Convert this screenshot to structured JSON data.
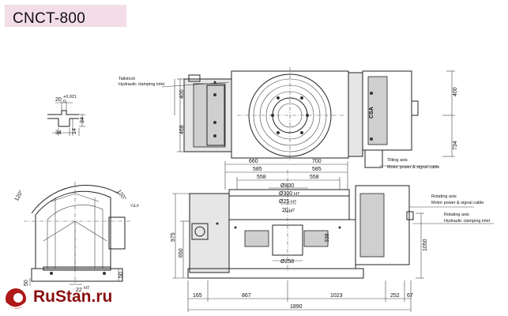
{
  "title": "CNCT-800",
  "brand": {
    "text": "RuStan.ru",
    "color": "#b01818"
  },
  "labels": {
    "tailstock_1": "Tailstock",
    "tailstock_2": "Hydraulic clamping inlet",
    "tilting_1": "Tilting axis",
    "tilting_2": "Motor power & signal cable",
    "rot_power_1": "Rotating axis",
    "rot_power_2": "Motor power & signal cable",
    "rot_clamp_1": "Rotating axis",
    "rot_clamp_2": "Hydraulic clamping inlet",
    "csa": "CSA"
  },
  "dims": {
    "d20": "20",
    "d0021": "+0.021",
    "d0": "0",
    "d34a": "34",
    "d34b": "34",
    "d14": "14",
    "d400a": "400",
    "d468": "468",
    "d400b": "400",
    "d734": "734",
    "d660": "660",
    "d700": "700",
    "d585a": "585",
    "d585b": "585",
    "d558a": "558",
    "d558b": "558",
    "d800": "Ø800",
    "d300": "Ø300",
    "h7a": "H7",
    "d25": "Ø25",
    "h7b": "H7",
    "d20b": "20",
    "h7c": "H7",
    "d338": "338",
    "d258": "Ø258",
    "d975": "975",
    "d650": "650",
    "d1050": "1050",
    "d165": "165",
    "d867": "867",
    "d1023": "1023",
    "d252": "252",
    "d67": "67",
    "d1890": "1890",
    "a120a": "120°",
    "a120b": "120°",
    "e4l": "¼L±",
    "d50a": "50",
    "d22": "22",
    "h7d": "H7",
    "d50b": "50"
  }
}
